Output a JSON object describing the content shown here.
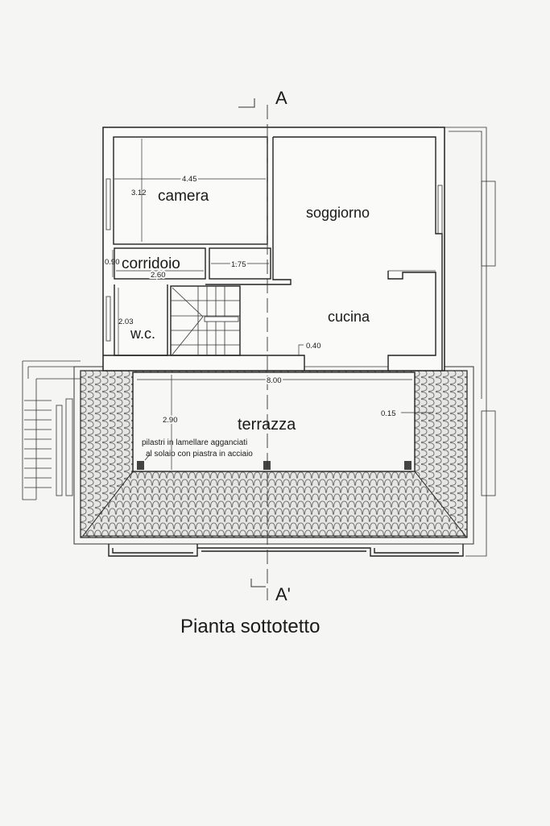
{
  "title": "Pianta sottotetto",
  "section_marks": {
    "top": "A",
    "bottom": "A'"
  },
  "rooms": {
    "camera": "camera",
    "soggiorno": "soggiorno",
    "corridoio": "corridoio",
    "wc": "w.c.",
    "cucina": "cucina",
    "terrazza": "terrazza"
  },
  "dimensions": {
    "camera_width": "4.45",
    "camera_depth": "3.12",
    "corridoio_depth": "0.90",
    "corridoio_width": "2.60",
    "closet_width": "1.75",
    "wc_depth": "2.03",
    "step": "0.40",
    "terrazza_width": "8.00",
    "terrazza_depth": "2.90",
    "parapet": "0.15"
  },
  "notes": {
    "line1": "pilastri in lamellare agganciati",
    "line2": "al solaio con piastra in acciaio"
  }
}
